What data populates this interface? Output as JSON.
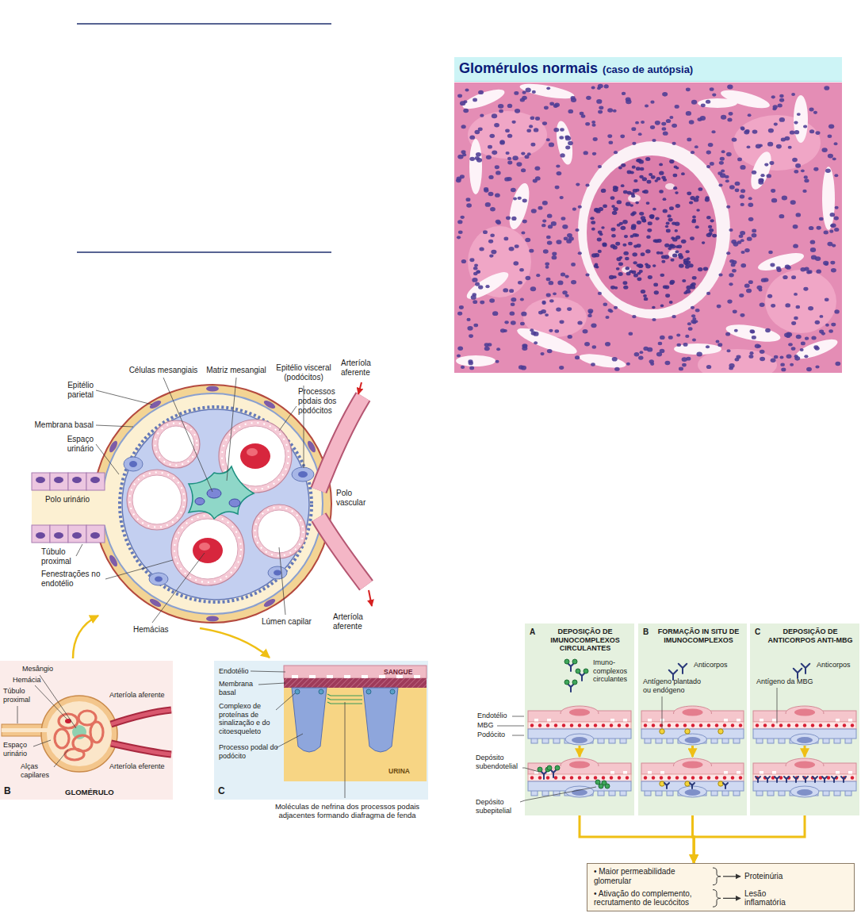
{
  "diagram": {
    "nodes": [
      {
        "text": [
          "Glomérulos normais",
          "(caso de autópsia)"
        ]
      },
      {
        "text": [
          "Mesângio",
          "Hemácia",
          "Arteríola aferente",
          "Túbulo proximal",
          "Espaço urinário",
          "Alças capilares",
          "Arteríola eferente",
          "B",
          "GLOMÉRULO"
        ]
      },
      {
        "text": [
          "Endotélio",
          "SANGUE",
          "Membrana basal",
          "Complexo de proteínas de sinalização e do citoesqueleto",
          "Processo podal do podócito",
          "URINA",
          "C"
        ]
      },
      {
        "text": [
          "A",
          "DEPOSIÇÃO DE IMUNOCOMPLEXOS CIRCULANTES",
          "Imuno-complexos circulantes"
        ]
      },
      {
        "text": [
          "B",
          "FORMAÇÃO IN SITU DE IMUNOCOMPLEXOS",
          "Anticorpos",
          "Antígeno plantado ou endógeno"
        ]
      },
      {
        "text": [
          "C",
          "DEPOSIÇÃO DE ANTICORPOS ANTI-MBG",
          "Anticorpos",
          "Antígeno da MBG"
        ]
      },
      {
        "text": [
          "• Maior permeabilidade glomerular",
          "• Ativação do complemento, recrutamento de leucócitos",
          "Proteinúria",
          "Lesão inflamatória"
        ]
      }
    ],
    "edges": [
      {
        "from": 3,
        "to": 6,
        "arrow": "to"
      },
      {
        "from": 4,
        "to": 6,
        "arrow": "to"
      },
      {
        "from": 5,
        "to": 6,
        "arrow": "to"
      }
    ],
    "labels": [
      "Células mesangiais",
      "Matriz mesangial",
      "Epitélio visceral (podócitos)",
      "Arteríola aferente",
      "Epitélio parietal",
      "Processos podais dos podócitos",
      "Membrana basal",
      "Espaço urinário",
      "Polo urinário",
      "Polo vascular",
      "Túbulo proximal",
      "Fenestrações no endotélio",
      "Hemácias",
      "Lúmen capilar",
      "Arteríola aferente",
      "Moléculas de nefrina dos processos podais adjacentes formando diafragma de fenda",
      "Endotélio",
      "MBG",
      "Podócito",
      "Depósito subendotelial",
      "Depósito subepitelial"
    ]
  }
}
